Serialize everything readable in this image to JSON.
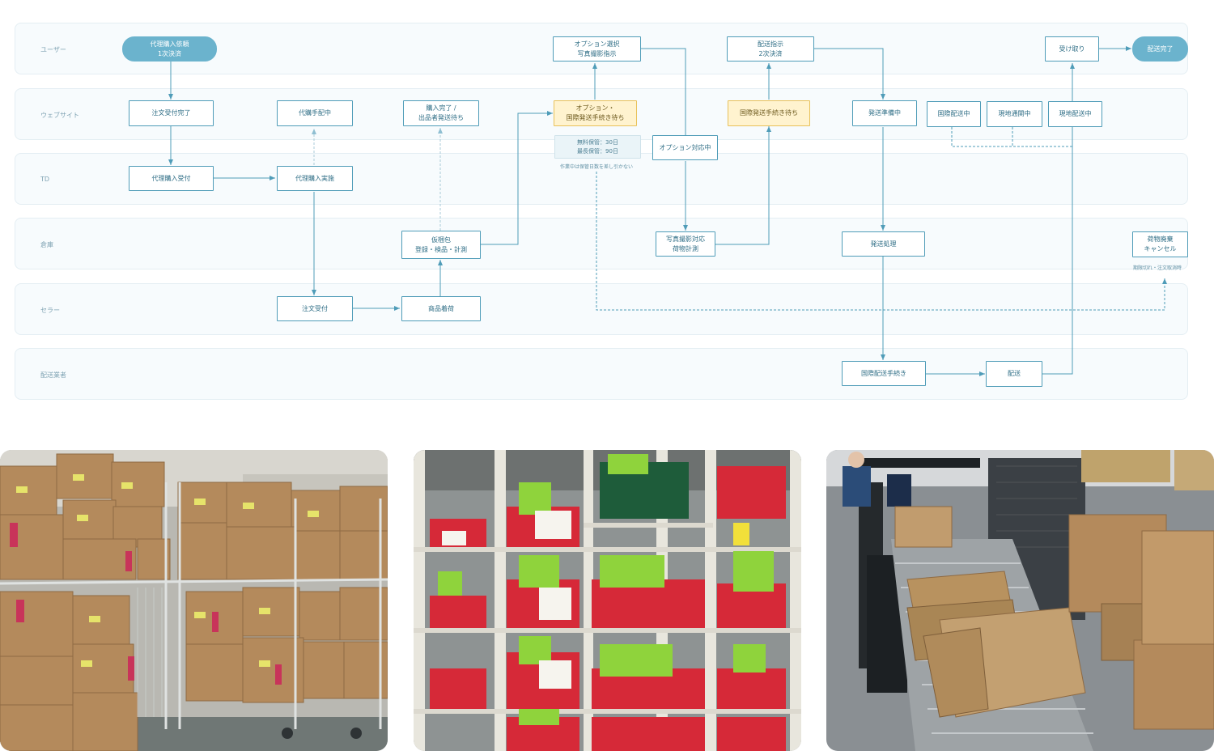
{
  "lanes": [
    {
      "label": "ユーザー"
    },
    {
      "label": "ウェブサイト"
    },
    {
      "label": "TD"
    },
    {
      "label": "倉庫"
    },
    {
      "label": "セラー"
    },
    {
      "label": "配送業者"
    }
  ],
  "nodes": {
    "request": "代理購入依頼\n1次決済",
    "order_received": "注文受付完了",
    "proxy_received": "代理購入受付",
    "arranging": "代購手配中",
    "proxy_exec": "代理購入実施",
    "seller_order": "注文受付",
    "arrival": "商品着荷",
    "temp_pack": "仮梱包\n登録・検品・計測",
    "purchase_done": "購入完了 /\n出品者発送待ち",
    "option_select": "オプション選択\n写真撮影指示",
    "option_wait": "オプション・\n国際発送手続き待ち",
    "storage_info": "無料保管：30日\n最長保管：90日",
    "storage_note": "作業中は保管日数を差し引かない",
    "option_handling": "オプション対応中",
    "photo_handling": "写真撮影対応\n荷物計測",
    "ship_instruct": "配送指示\n2次決済",
    "intl_wait": "国際発送手続き待ち",
    "preparing": "発送準備中",
    "ship_process": "発送処理",
    "intl_procedure": "国際配送手続き",
    "delivery": "配送",
    "intl_shipping": "国際配送中",
    "customs": "現地通関中",
    "local_delivery": "現地配送中",
    "receive": "受け取り",
    "done": "配送完了",
    "disposal": "荷物廃棄\nキャンセル",
    "disposal_note": "期限切れ・注文取消時"
  },
  "colors": {
    "line": "#4f9cb8",
    "pill": "#6bb3cd",
    "highlight": "#fff3cf",
    "lane_bg": "#f7fbfd"
  },
  "photos": [
    {
      "icon": "warehouse-boxes-cart-photo"
    },
    {
      "icon": "warehouse-shelves-baskets-photo"
    },
    {
      "icon": "conveyor-packages-photo"
    }
  ]
}
